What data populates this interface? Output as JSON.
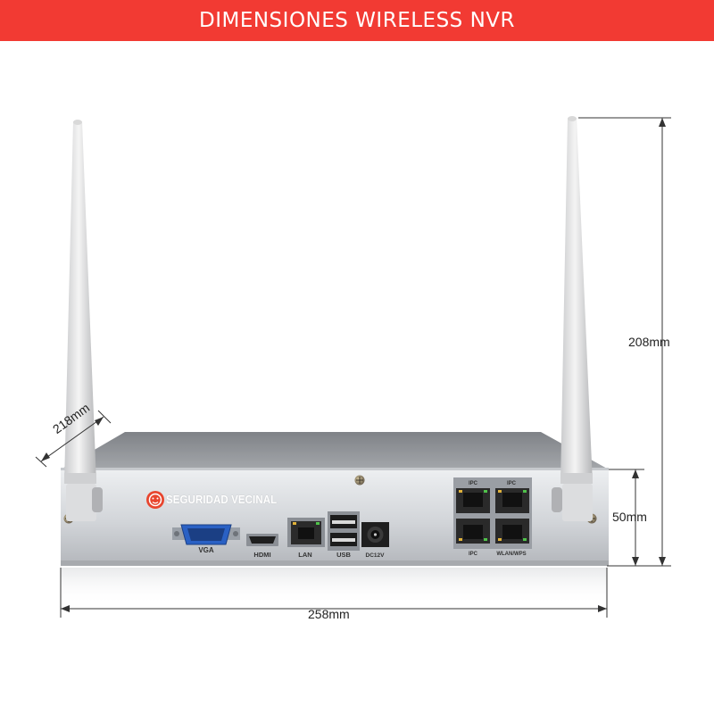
{
  "banner": {
    "title": "DIMENSIONES WIRELESS NVR",
    "color": "#f23a33"
  },
  "brand": {
    "name": "SEGURIDAD VECINAL",
    "color": "#e8452e"
  },
  "dimensions": {
    "height_total": "208mm",
    "height_body": "50mm",
    "width": "258mm",
    "depth": "218mm"
  },
  "ports": {
    "vga": "VGA",
    "hdmi": "HDMI",
    "lan": "LAN",
    "usb": "USB",
    "dc": "DC12V",
    "ipc_top_left": "IPC",
    "ipc_top_right": "IPC",
    "ipc_bottom": "IPC",
    "wlan": "WLAN/WPS"
  }
}
